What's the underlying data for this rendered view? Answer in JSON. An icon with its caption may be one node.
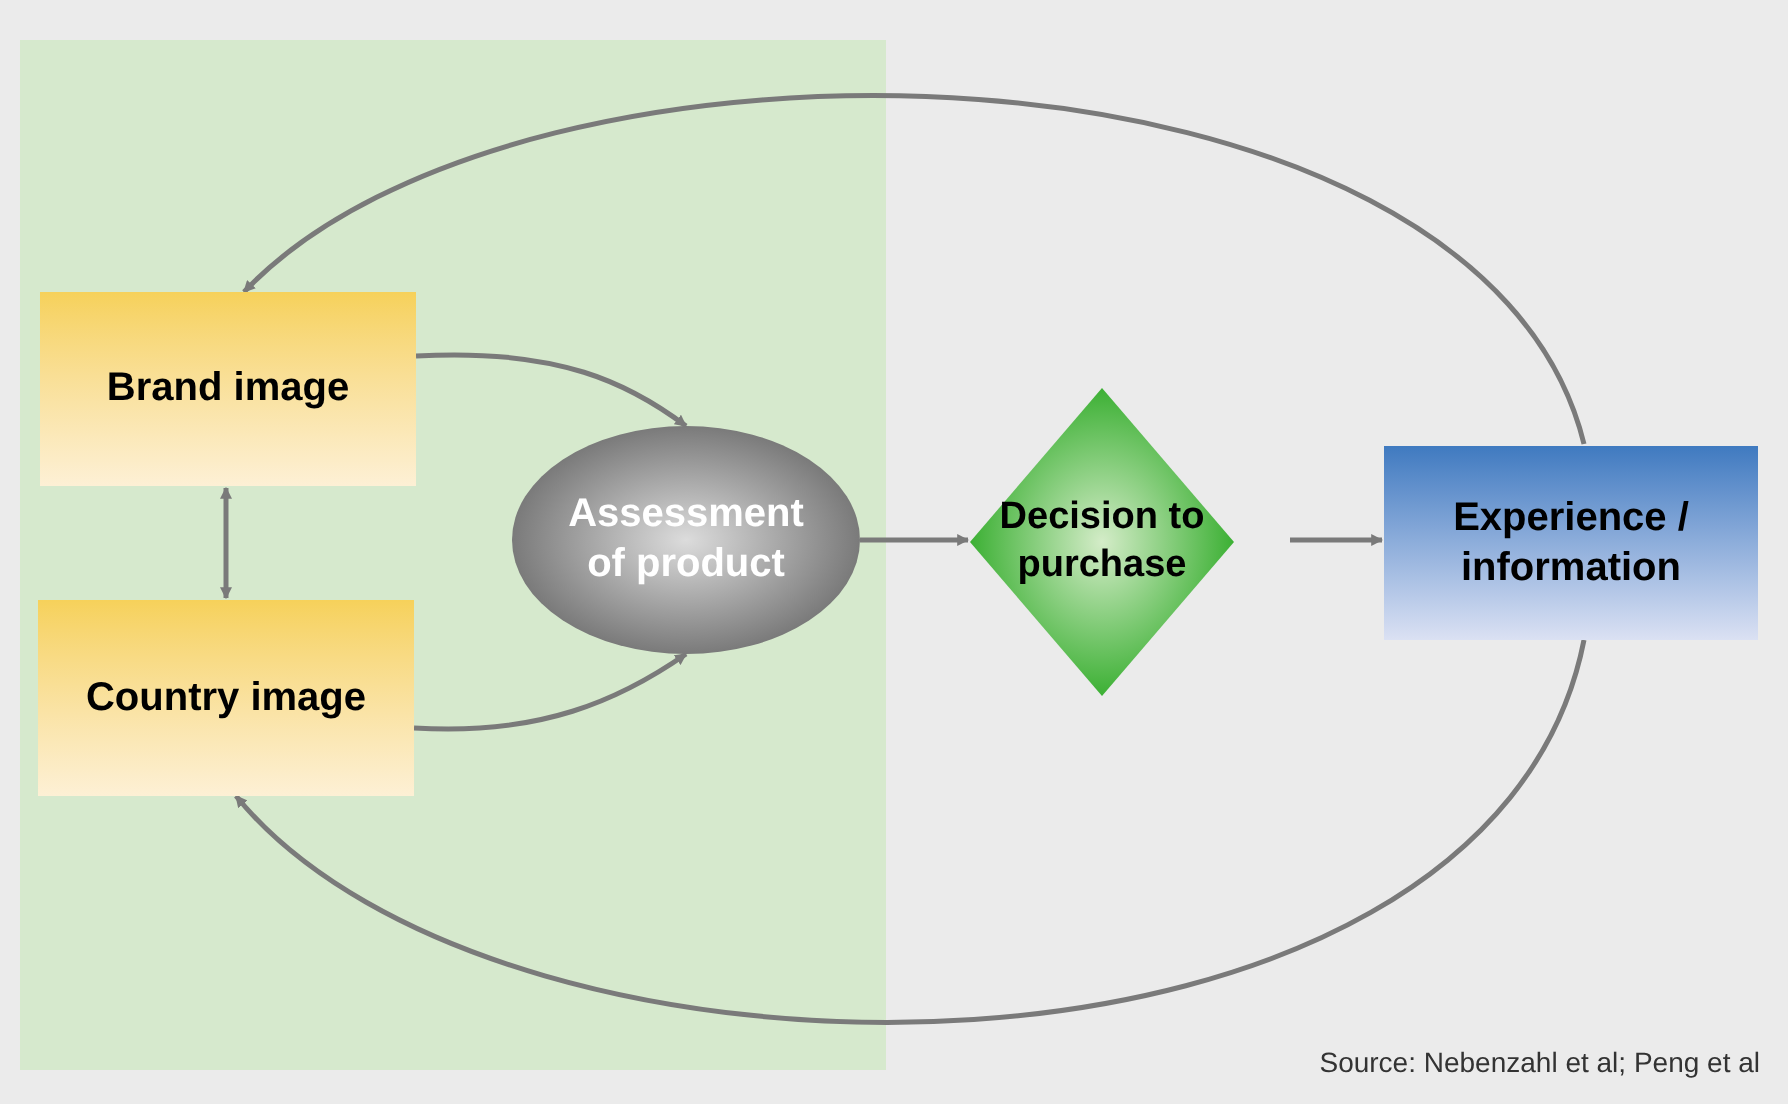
{
  "diagram": {
    "nodes": [
      {
        "text": [
          "Brand image"
        ]
      },
      {
        "text": [
          "Country image"
        ]
      },
      {
        "text": [
          "Assessment of product"
        ]
      },
      {
        "text": [
          "Decision to purchase"
        ]
      },
      {
        "text": [
          "Experience / information"
        ]
      }
    ],
    "edges": [
      {
        "from": 0,
        "to": 2,
        "arrow": "to"
      },
      {
        "from": 1,
        "to": 2,
        "arrow": "to"
      },
      {
        "from": 0,
        "to": 1,
        "arrow": "both"
      },
      {
        "from": 2,
        "to": 3,
        "arrow": "to"
      },
      {
        "from": 3,
        "to": 4,
        "arrow": "to"
      },
      {
        "from": 4,
        "to": 0,
        "arrow": "to"
      },
      {
        "from": 4,
        "to": 1,
        "arrow": "to"
      }
    ],
    "labels": [
      "Source: Nebenzahl et al; Peng et al"
    ]
  }
}
